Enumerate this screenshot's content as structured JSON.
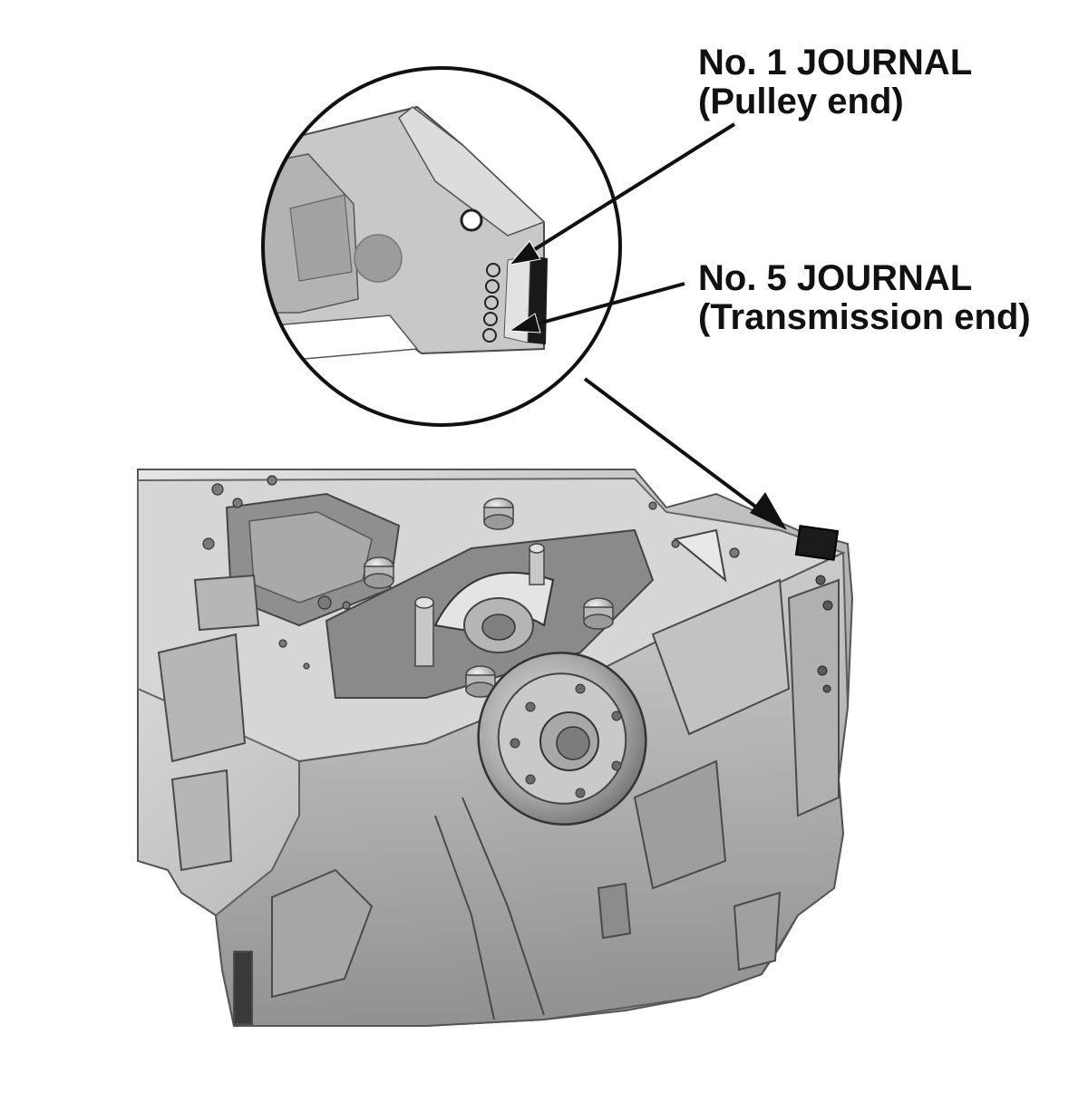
{
  "labels": {
    "journal_1": {
      "line1": "No. 1 JOURNAL",
      "line2": "(Pulley end)"
    },
    "journal_5": {
      "line1": "No. 5 JOURNAL",
      "line2": "(Transmission end)"
    }
  },
  "colors": {
    "ink": "#111111",
    "metal_light": "#d9d9d9",
    "metal_mid": "#bdbdbd",
    "metal_dark": "#7a7a7a",
    "background": "#ffffff"
  },
  "journal_code_marks_count": 5
}
